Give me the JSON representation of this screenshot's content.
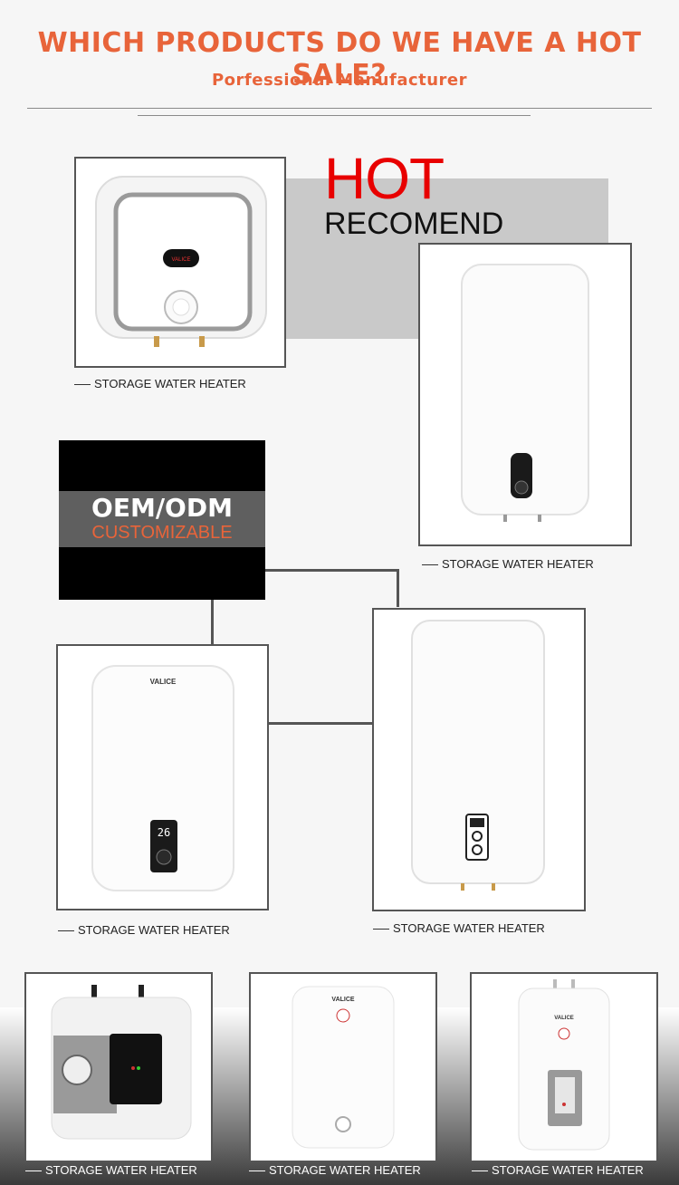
{
  "header": {
    "title": "WHICH PRODUCTS DO WE HAVE A HOT SALE?",
    "subtitle": "Porfessional Manufacturer"
  },
  "hot_badge": {
    "hot": "HOT",
    "recomend": "RECOMEND"
  },
  "oem": {
    "title": "OEM/ODM",
    "subtitle": "CUSTOMIZABLE"
  },
  "brand": "VALICE",
  "display_value": "26",
  "products": [
    {
      "caption": "STORAGE WATER HEATER"
    },
    {
      "caption": "STORAGE WATER HEATER"
    },
    {
      "caption": "STORAGE WATER HEATER"
    },
    {
      "caption": "STORAGE WATER HEATER"
    },
    {
      "caption": "STORAGE WATER HEATER"
    },
    {
      "caption": "STORAGE WATER HEATER"
    },
    {
      "caption": "STORAGE WATER HEATER"
    }
  ],
  "colors": {
    "accent": "#e8643a",
    "hot": "#e80000"
  }
}
